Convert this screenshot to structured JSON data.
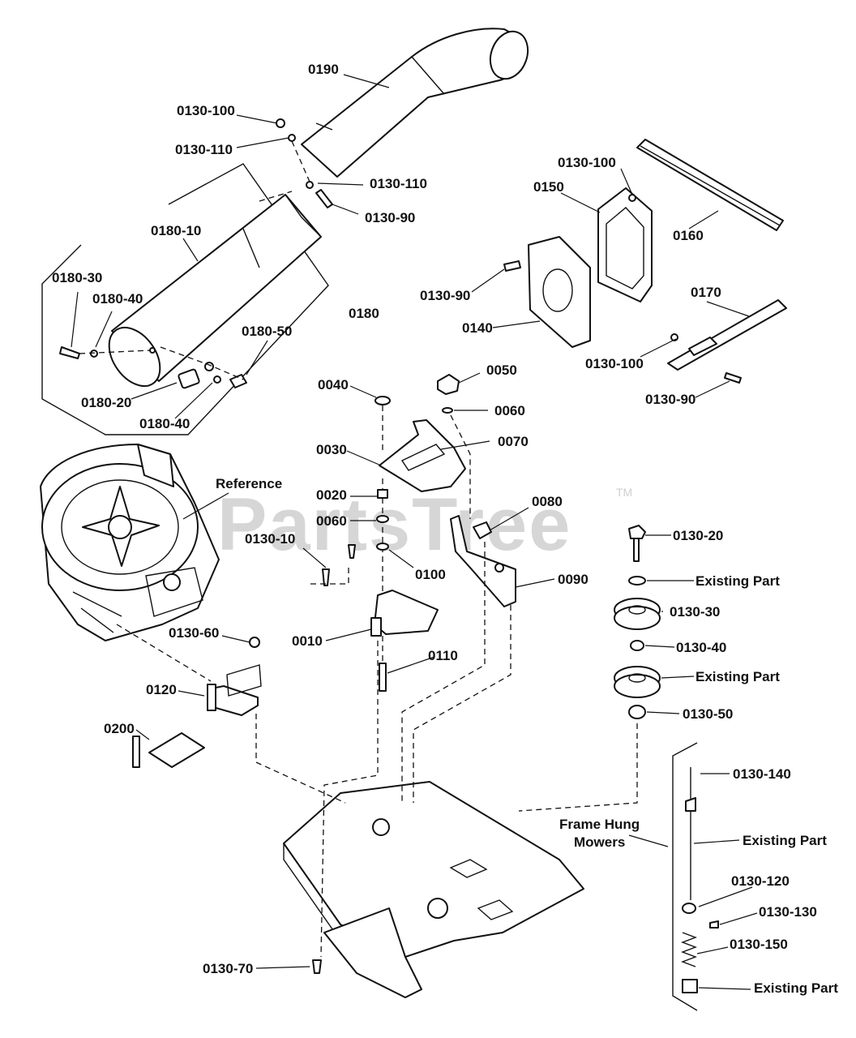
{
  "watermark": {
    "text": "PartsTree",
    "trademark": "TM"
  },
  "labels": {
    "l0190": "0190",
    "l0130_100_a": "0130-100",
    "l0130_110_a": "0130-110",
    "l0130_110_b": "0130-110",
    "l0130_90_a": "0130-90",
    "l0180_10": "0180-10",
    "l0180_30": "0180-30",
    "l0180_40_a": "0180-40",
    "l0180": "0180",
    "l0180_50": "0180-50",
    "l0180_20": "0180-20",
    "l0180_40_b": "0180-40",
    "l0130_100_b": "0130-100",
    "l0150": "0150",
    "l0160": "0160",
    "l0130_90_b": "0130-90",
    "l0140": "0140",
    "l0170": "0170",
    "l0130_100_c": "0130-100",
    "l0130_90_c": "0130-90",
    "l0040": "0040",
    "l0050": "0050",
    "l0060_a": "0060",
    "l0030": "0030",
    "l0070": "0070",
    "reference": "Reference",
    "l0020": "0020",
    "l0060_b": "0060",
    "l0130_10": "0130-10",
    "l0100": "0100",
    "l0080": "0080",
    "l0090": "0090",
    "l0130_20": "0130-20",
    "existing_part_a": "Existing Part",
    "l0130_30": "0130-30",
    "l0130_40": "0130-40",
    "existing_part_b": "Existing Part",
    "l0130_50": "0130-50",
    "l0130_60": "0130-60",
    "l0010": "0010",
    "l0110": "0110",
    "l0120": "0120",
    "l0200": "0200",
    "l0130_140": "0130-140",
    "frame_hung_1": "Frame Hung",
    "frame_hung_2": "Mowers",
    "existing_part_c": "Existing Part",
    "l0130_120": "0130-120",
    "l0130_130": "0130-130",
    "l0130_150": "0130-150",
    "existing_part_d": "Existing Part",
    "l0130_70": "0130-70"
  }
}
